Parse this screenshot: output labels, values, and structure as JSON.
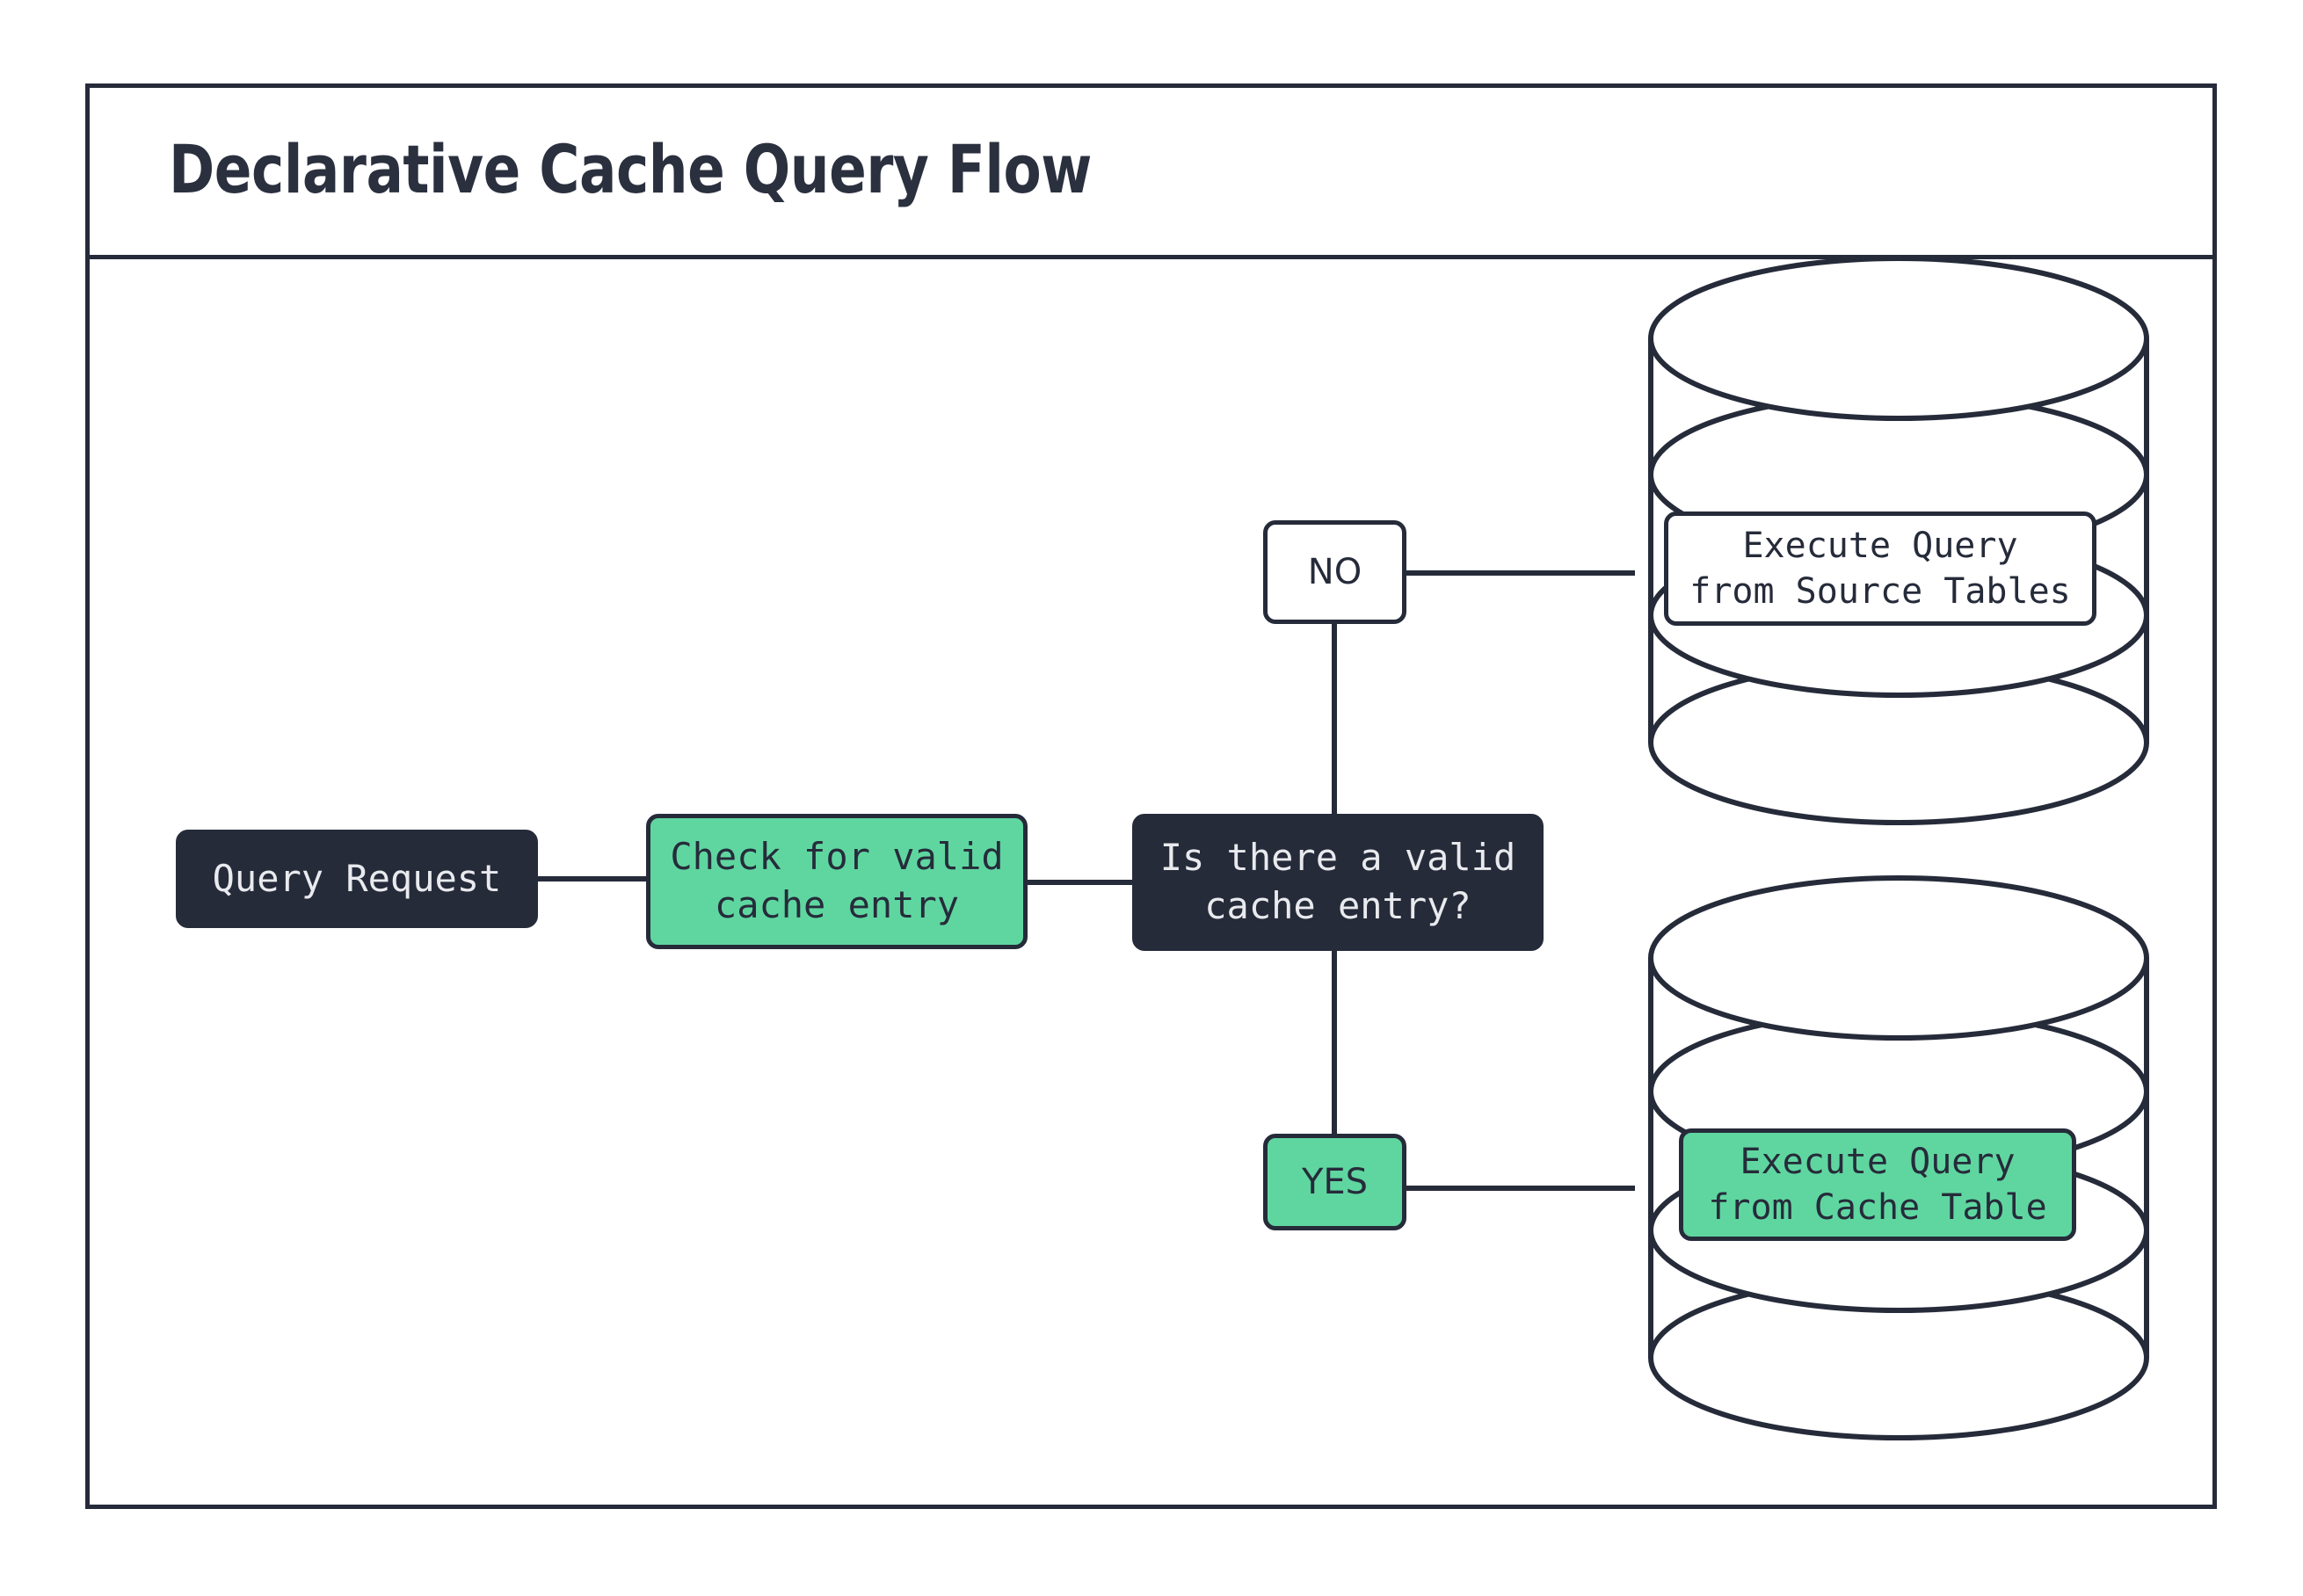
{
  "diagram": {
    "title": "Declarative Cache Query Flow",
    "type": "flowchart",
    "colors": {
      "dark": "#262b3a",
      "green": "#5fd6a0",
      "white": "#ffffff",
      "text_light": "#e9eaee"
    },
    "nodes": [
      {
        "id": "query-request",
        "label": "Query Request",
        "style": "dark",
        "shape": "rounded-rect"
      },
      {
        "id": "check-cache",
        "label": "Check for valid\ncache entry",
        "style": "green",
        "shape": "rounded-rect"
      },
      {
        "id": "decision",
        "label": "Is there a valid\ncache entry?",
        "style": "dark",
        "shape": "rounded-rect"
      },
      {
        "id": "exec-source",
        "label": "Execute Query\nfrom Source Tables",
        "style": "white",
        "shape": "rounded-rect",
        "container": "database-cylinder"
      },
      {
        "id": "exec-cache",
        "label": "Execute Query\nfrom Cache Table",
        "style": "green",
        "shape": "rounded-rect",
        "container": "database-cylinder"
      }
    ],
    "edge_labels": [
      {
        "id": "no",
        "label": "NO",
        "style": "white"
      },
      {
        "id": "yes",
        "label": "YES",
        "style": "green"
      }
    ],
    "cylinders": [
      {
        "id": "source-tables-db",
        "name": "source-tables-database"
      },
      {
        "id": "cache-table-db",
        "name": "cache-table-database"
      }
    ]
  }
}
